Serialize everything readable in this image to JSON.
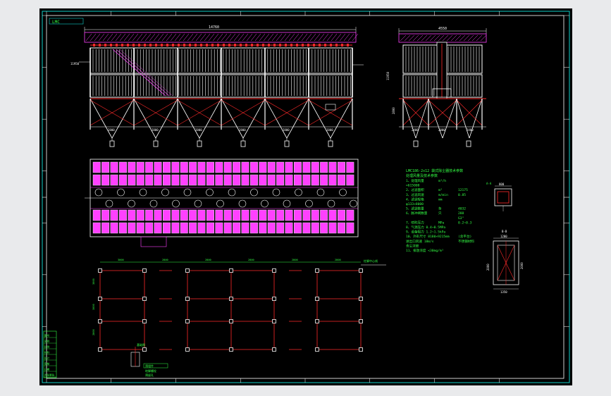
{
  "colors": {
    "background": "#000000",
    "border": "#0fd0c8",
    "white": "#ffffff",
    "magenta": "#ff40ff",
    "red": "#ff2a2a",
    "green": "#33ff44",
    "yellow": "#ffee00",
    "page": "#e9eaec"
  },
  "title_block_top": "LMC",
  "front_view": {
    "overall_dim": "14760",
    "side_dim": "11950",
    "bay_dims": [
      "2800",
      "2800",
      "2800",
      "2800",
      "2800",
      "2800"
    ]
  },
  "side_view": {
    "overall_dim": "4550",
    "height_dim": "11950",
    "hopper_dim": "2800",
    "bottom_dims": [
      "2400",
      "2800",
      "2400"
    ]
  },
  "spec": {
    "title": "LMC186-2x12 袋式除尘器技术参数",
    "subtitle": "处理风量及技术参数",
    "rows": [
      {
        "label": "1、处理风量",
        "unit": "m³/h",
        "value": ""
      },
      {
        "label": "=615000",
        "unit": "",
        "value": ""
      },
      {
        "label": "2、过滤面积",
        "unit": "m²",
        "value": "12175"
      },
      {
        "label": "3、过滤风速",
        "unit": "m/min",
        "value": "0.85"
      },
      {
        "label": "4、滤袋规格",
        "unit": "mm",
        "value": ""
      },
      {
        "label": "φ133×8000",
        "unit": "",
        "value": ""
      },
      {
        "label": "5、滤袋数量",
        "unit": "条",
        "value": "4032"
      },
      {
        "label": "6、脉冲阀数量",
        "unit": "只",
        "value": "288"
      },
      {
        "label": "",
        "unit": "",
        "value": "G3\""
      },
      {
        "label": "7、喷吹压力",
        "unit": "MPa",
        "value": "0.2~0.3"
      },
      {
        "label": "8、气源压力 0.4~0.5MPa",
        "unit": "",
        "value": ""
      },
      {
        "label": "9、设备阻力 1.2~1.5kPa",
        "unit": "",
        "value": ""
      },
      {
        "label": "10、外形尺寸 8180×9215mm",
        "unit": "",
        "value": "(含平台)"
      },
      {
        "label": "进出口风速 18m/s",
        "unit": "",
        "value": "不锈钢材料"
      },
      {
        "label": "含尘浓度",
        "unit": "",
        "value": ""
      },
      {
        "label": "11、排放浓度 <30mg/m³",
        "unit": "",
        "value": ""
      }
    ]
  },
  "foundation": {
    "col_dims": [
      "3000",
      "2800",
      "2800",
      "2800",
      "2800",
      "2800",
      "2800"
    ],
    "row_dims": [
      "3000",
      "3000",
      "2800"
    ],
    "tag": "基础图",
    "note_box": "预埋件",
    "note_lines": [
      "地脚螺栓",
      "预留孔"
    ],
    "leader_note": "柱脚中心线"
  },
  "detail_top": {
    "label": "A-A",
    "dim": "800"
  },
  "detail_bottom": {
    "label": "B-B",
    "dims": [
      "1200",
      "1350",
      "2000",
      "2000"
    ]
  },
  "title_block": {
    "rows": [
      "图号",
      "名称",
      "比例",
      "材料",
      "设计",
      "审核",
      "日期",
      "共张第张"
    ]
  }
}
